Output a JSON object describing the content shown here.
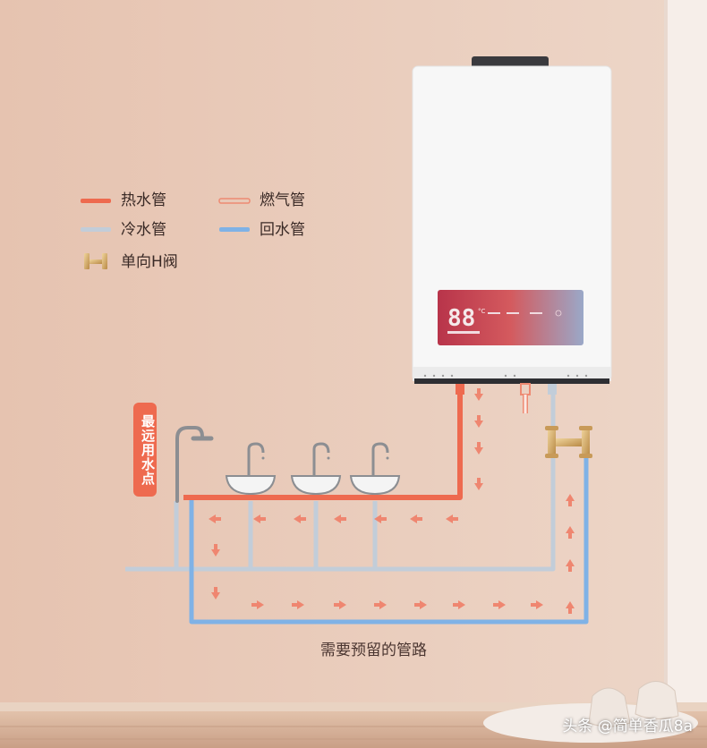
{
  "legend": {
    "items": [
      {
        "label": "热水管",
        "color": "#ee6a4f",
        "style": "solid"
      },
      {
        "label": "燃气管",
        "color": "#ee8a72",
        "style": "outline"
      },
      {
        "label": "冷水管",
        "color": "#c2cdd9",
        "style": "solid"
      },
      {
        "label": "回水管",
        "color": "#7fb2e6",
        "style": "solid"
      },
      {
        "label": "单向H阀",
        "color": "#d9b27a",
        "style": "valve-icon"
      }
    ]
  },
  "farthest_point_tag": "最远用水点",
  "caption": "需要预留的管路",
  "heater": {
    "display_digits": "88",
    "display_unit": "°C",
    "panel_color": "#c54a58"
  },
  "watermark": "头条 @简单香瓜8a",
  "colors": {
    "hot_pipe": "#ee6a4f",
    "cold_pipe": "#c2cdd9",
    "return_pipe": "#7fb2e6",
    "wall": "#e7c7b6",
    "floor": "#d9b8a0"
  }
}
